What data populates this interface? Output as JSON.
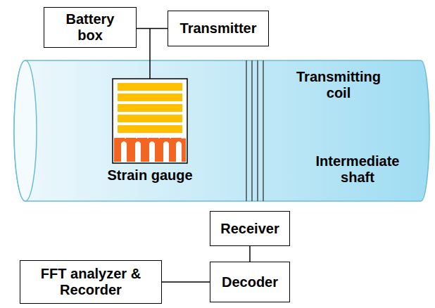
{
  "diagram": {
    "nodes": [
      {
        "text": [
          "Battery box"
        ]
      },
      {
        "text": [
          "Transmitter"
        ]
      },
      {
        "text": [
          "Transmitting coil",
          "Intermediate shaft"
        ]
      },
      {
        "text": [
          "Receiver"
        ]
      },
      {
        "text": [
          "FFT analyzer & Recorder"
        ]
      },
      {
        "text": [
          "Decoder"
        ]
      }
    ],
    "edges": [
      {
        "from": 0,
        "to": 1,
        "arrow": "none"
      },
      {
        "from": 3,
        "to": 5,
        "arrow": "none"
      },
      {
        "from": 4,
        "to": 5,
        "arrow": "none"
      }
    ],
    "labels": [
      "Strain gauge"
    ]
  }
}
